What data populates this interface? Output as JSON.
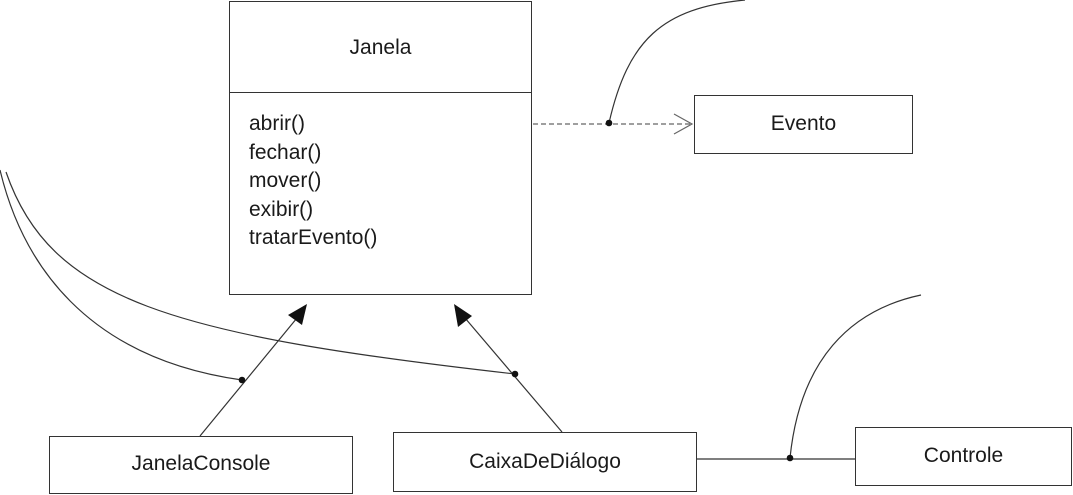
{
  "diagram": {
    "classes": {
      "janela": {
        "name": "Janela",
        "operations": [
          "abrir()",
          "fechar()",
          "mover()",
          "exibir()",
          "tratarEvento()"
        ]
      },
      "evento": {
        "name": "Evento"
      },
      "janela_console": {
        "name": "JanelaConsole"
      },
      "caixa_de_dialogo": {
        "name": "CaixaDeDiálogo"
      },
      "controle": {
        "name": "Controle"
      }
    },
    "relationships": [
      {
        "type": "dependency",
        "from": "Janela",
        "to": "Evento",
        "style": "dashed-open-arrow"
      },
      {
        "type": "generalization",
        "from": "JanelaConsole",
        "to": "Janela"
      },
      {
        "type": "generalization",
        "from": "CaixaDeDiálogo",
        "to": "Janela"
      },
      {
        "type": "association",
        "from": "CaixaDeDiálogo",
        "to": "Controle"
      }
    ],
    "colors": {
      "line": "#333333",
      "dependency_line": "#666666",
      "background": "#ffffff"
    }
  }
}
